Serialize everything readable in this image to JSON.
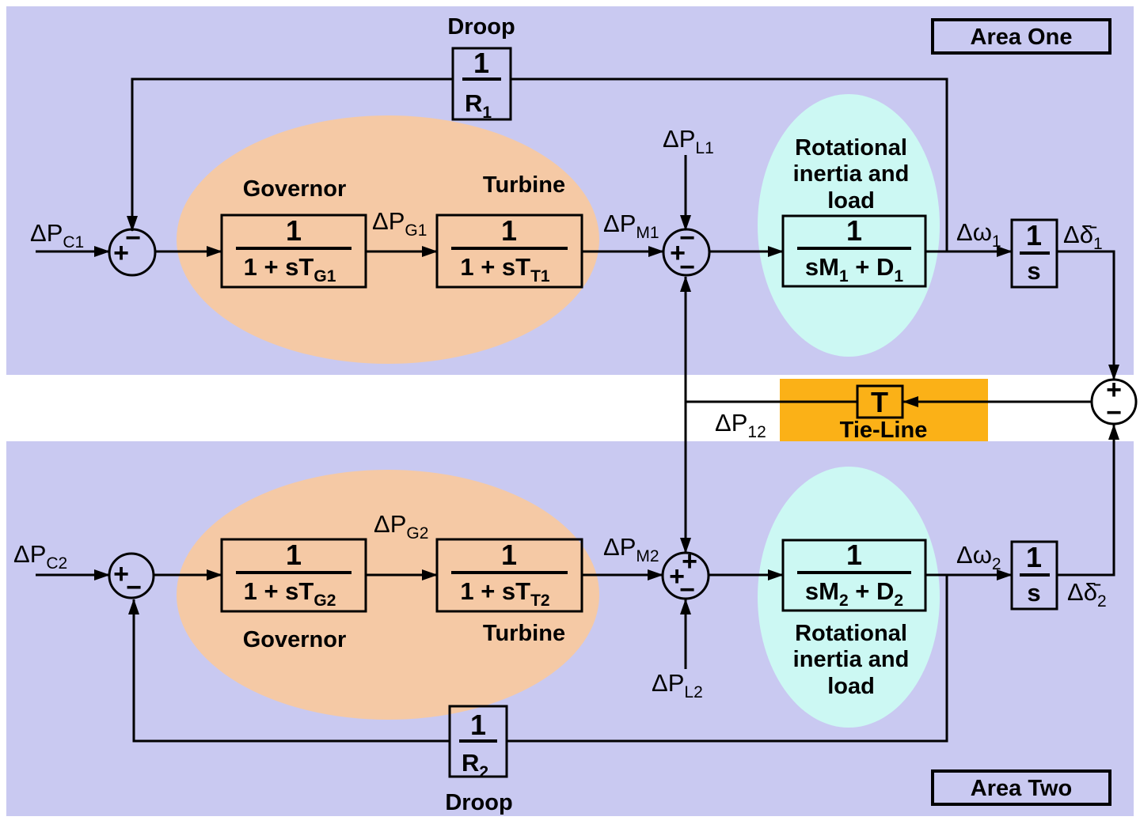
{
  "colors": {
    "lavender": "#c9c9f1",
    "peach": "#f5c9a5",
    "cyan": "#ccf8f3",
    "orange": "#fbb117",
    "ink": "#000000",
    "page": "#ffffff"
  },
  "labels": {
    "area_one": "Area One",
    "area_two": "Area Two",
    "droop": "Droop",
    "governor": "Governor",
    "turbine": "Turbine",
    "rot_line1": "Rotational",
    "rot_line2": "inertia and",
    "rot_line3": "load",
    "tie_line": "Tie-Line"
  },
  "blocks": {
    "droop1": {
      "num": "1",
      "den": [
        {
          "t": "R"
        },
        {
          "s": "1"
        }
      ]
    },
    "droop2": {
      "num": "1",
      "den": [
        {
          "t": "R"
        },
        {
          "s": "2"
        }
      ]
    },
    "gov1": {
      "num": "1",
      "den": [
        {
          "t": "1 + sT"
        },
        {
          "s": "G1"
        }
      ]
    },
    "gov2": {
      "num": "1",
      "den": [
        {
          "t": "1 + sT"
        },
        {
          "s": "G2"
        }
      ]
    },
    "turb1": {
      "num": "1",
      "den": [
        {
          "t": "1 + sT"
        },
        {
          "s": "T1"
        }
      ]
    },
    "turb2": {
      "num": "1",
      "den": [
        {
          "t": "1 + sT"
        },
        {
          "s": "T2"
        }
      ]
    },
    "inert1": {
      "num": "1",
      "den": [
        {
          "t": "sM"
        },
        {
          "s": "1"
        },
        {
          "t": " + D"
        },
        {
          "s": "1"
        }
      ]
    },
    "inert2": {
      "num": "1",
      "den": [
        {
          "t": "sM"
        },
        {
          "s": "2"
        },
        {
          "t": " + D"
        },
        {
          "s": "2"
        }
      ]
    },
    "int1": {
      "num": "1",
      "den": [
        {
          "t": "s"
        }
      ]
    },
    "int2": {
      "num": "1",
      "den": [
        {
          "t": "s"
        }
      ]
    },
    "tie": {
      "label": "T"
    }
  },
  "signals": {
    "pc1": {
      "m": "ΔP",
      "s": "C1"
    },
    "pc2": {
      "m": "ΔP",
      "s": "C2"
    },
    "pg1": {
      "m": "ΔP",
      "s": "G1"
    },
    "pg2": {
      "m": "ΔP",
      "s": "G2"
    },
    "pm1": {
      "m": "ΔP",
      "s": "M1"
    },
    "pm2": {
      "m": "ΔP",
      "s": "M2"
    },
    "pl1": {
      "m": "ΔP",
      "s": "L1"
    },
    "pl2": {
      "m": "ΔP",
      "s": "L2"
    },
    "w1": {
      "m": "Δω",
      "s": "1"
    },
    "w2": {
      "m": "Δω",
      "s": "2"
    },
    "d1": {
      "m": "Δδ̄",
      "s": "1"
    },
    "d2": {
      "m": "Δδ̄",
      "s": "2"
    },
    "p12": {
      "m": "ΔP",
      "s": "12"
    }
  },
  "junctions": {
    "j1a": {
      "top": "−",
      "left": "+"
    },
    "j1b": {
      "top": "−",
      "left": "+",
      "bottom": "−"
    },
    "j2a": {
      "left": "+",
      "bottom": "−"
    },
    "j2b": {
      "top": "+",
      "left": "+",
      "bottom": "−"
    },
    "jt": {
      "top": "+",
      "bottom": "−"
    }
  }
}
